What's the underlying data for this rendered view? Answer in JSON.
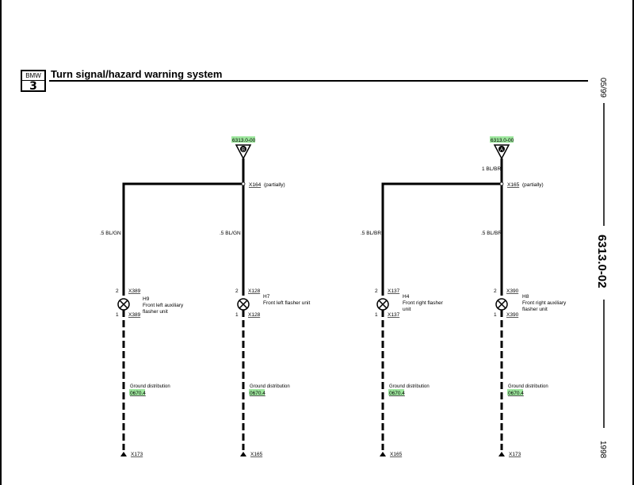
{
  "logo": {
    "brand": "BMW",
    "series": "3"
  },
  "title": "Turn signal/hazard warning system",
  "side": {
    "date": "05/99",
    "code": "6313.0-02",
    "year": "1998"
  },
  "references": {
    "left": {
      "ref": "6313.0-00",
      "letter": "B"
    },
    "right": {
      "ref": "6313.0-00",
      "letter": "A"
    }
  },
  "splices": {
    "left": {
      "connector": "X164",
      "note": "(partially)"
    },
    "right": {
      "connector": "X165",
      "note": "(partially)"
    }
  },
  "feed_wire": "1 BL/BR",
  "circuits": [
    {
      "wire": ".5 BL/GN",
      "top_pin": "2",
      "top_conn": "X389",
      "id": "H9",
      "name_line1": "Front left auxiliary",
      "name_line2": "flasher unit",
      "bottom_pin": "1",
      "bottom_conn": "X389",
      "ground_label": "Ground distribution",
      "ground_ref": "0670.4",
      "ground_conn": "X173"
    },
    {
      "wire": ".5 BL/GN",
      "top_pin": "2",
      "top_conn": "X128",
      "id": "H7",
      "name_line1": "Front left flasher unit",
      "name_line2": "",
      "bottom_pin": "1",
      "bottom_conn": "X128",
      "ground_label": "Ground distribution",
      "ground_ref": "0670.4",
      "ground_conn": "X165"
    },
    {
      "wire": ".5 BL/BR",
      "top_pin": "2",
      "top_conn": "X137",
      "id": "H4",
      "name_line1": "Front right flasher",
      "name_line2": "unit",
      "bottom_pin": "1",
      "bottom_conn": "X137",
      "ground_label": "Ground distribution",
      "ground_ref": "0670.4",
      "ground_conn": "X165"
    },
    {
      "wire": ".5 BL/BR",
      "top_pin": "2",
      "top_conn": "X390",
      "id": "H8",
      "name_line1": "Front right auxiliary",
      "name_line2": "flasher unit",
      "bottom_pin": "1",
      "bottom_conn": "X390",
      "ground_label": "Ground distribution",
      "ground_ref": "0670.4",
      "ground_conn": "X173"
    }
  ],
  "colors": {
    "highlight": "#9ee79e",
    "ink": "#000000"
  }
}
